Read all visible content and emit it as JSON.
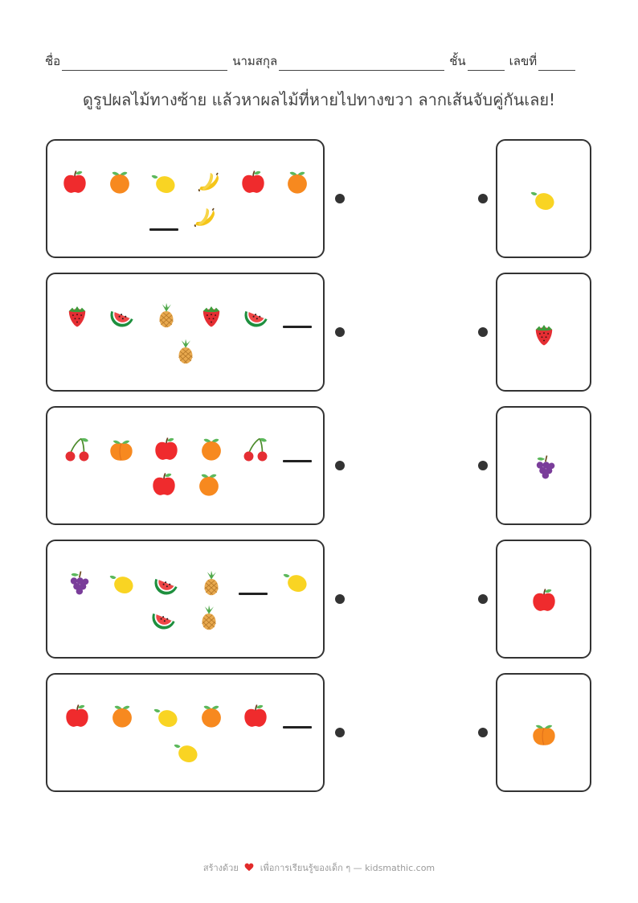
{
  "header": {
    "name_label": "ชื่อ",
    "surname_label": "นามสกุล",
    "class_label": "ชั้น",
    "number_label": "เลขที่"
  },
  "instruction": "ดูรูปผลไม้ทางซ้าย แล้วหาผลไม้ที่หายไปทางขวา ลากเส้นจับคู่กันเลย!",
  "rows": [
    {
      "pattern": [
        "apple-icon",
        "orange-icon",
        "lemon-icon",
        "banana-icon",
        "apple-icon",
        "orange-icon"
      ],
      "blank_position": "second-line-start",
      "extra": [
        "banana-icon"
      ],
      "answer": "lemon-icon"
    },
    {
      "pattern": [
        "strawberry-icon",
        "watermelon-icon",
        "pineapple-icon",
        "strawberry-icon",
        "watermelon-icon"
      ],
      "blank_position": "end",
      "extra": [
        "pineapple-icon"
      ],
      "answer": "strawberry-icon"
    },
    {
      "pattern": [
        "cherry-icon",
        "peach-icon",
        "apple-icon",
        "orange-icon",
        "cherry-icon"
      ],
      "blank_position": "end",
      "extra": [
        "apple-icon",
        "orange-icon"
      ],
      "answer": "grape-icon"
    },
    {
      "pattern": [
        "grape-icon",
        "lemon-icon",
        "watermelon-icon",
        "pineapple-icon",
        "lemon-icon"
      ],
      "blank_position": "after-4",
      "extra": [
        "watermelon-icon",
        "pineapple-icon"
      ],
      "answer": "apple-icon"
    },
    {
      "pattern": [
        "apple-icon",
        "orange-icon",
        "lemon-icon",
        "orange-icon",
        "apple-icon"
      ],
      "blank_position": "end",
      "extra": [
        "lemon-icon"
      ],
      "answer": "peach-icon"
    }
  ],
  "footer": {
    "made_with": "สร้างด้วย",
    "heart": "heart-icon",
    "tagline": "เพื่อการเรียนรู้ของเด็ก ๆ — kidsmathic.com"
  },
  "colors": {
    "border": "#333333",
    "apple": "#ef2b2d",
    "orange": "#f7891f",
    "lemon": "#f9d423",
    "banana": "#f5c518",
    "leaf": "#5cb85c",
    "watermelon": "#1e8f3e",
    "pineapple": "#e8a94f",
    "grape": "#7a3d9a",
    "cherry": "#e52e33",
    "heart": "#e22b2b"
  }
}
